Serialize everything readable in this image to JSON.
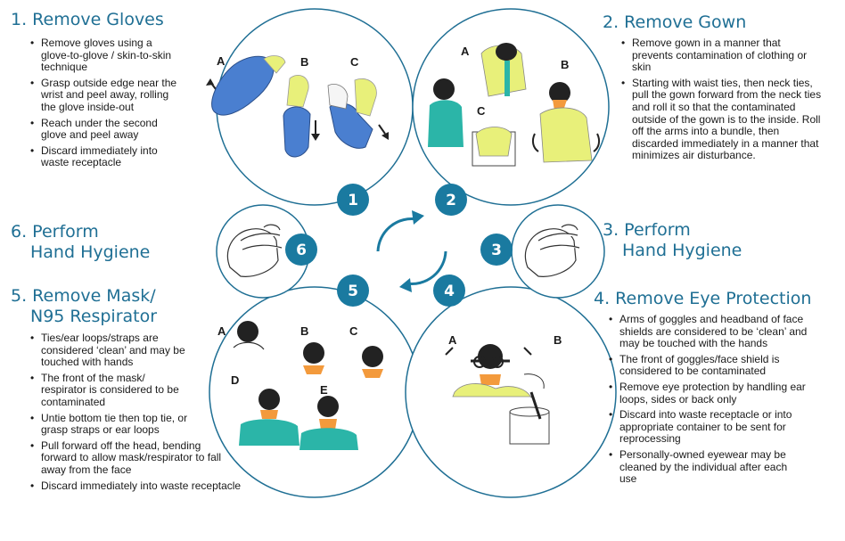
{
  "steps": [
    {
      "number": "1",
      "title": "1. Remove Gloves",
      "bullets": [
        "Remove gloves using a glove-to-glove / skin-to-skin technique",
        "Grasp outside edge near the wrist and peel away, rolling the glove inside-out",
        "Reach under the second glove and peel away",
        "Discard immediately into waste receptacle"
      ],
      "figure_labels": [
        "A",
        "B",
        "C"
      ]
    },
    {
      "number": "2",
      "title": "2. Remove Gown",
      "bullets": [
        "Remove gown in a manner that prevents contamination of clothing or skin",
        "Starting with waist ties, then neck ties, pull the gown forward from the neck ties and roll it so that the contaminated outside of the gown is to the inside. Roll off the arms into a bundle, then discarded immediately in a manner that minimizes air disturbance."
      ],
      "figure_labels": [
        "A",
        "B",
        "C"
      ]
    },
    {
      "number": "3",
      "title_line1": "3. Perform",
      "title_line2": "Hand Hygiene"
    },
    {
      "number": "4",
      "title": "4. Remove Eye Protection",
      "bullets": [
        "Arms of goggles and headband of face shields are considered to be ‘clean’ and may be touched with the hands",
        "The front of goggles/face shield is considered to be contaminated",
        "Remove eye protection by handling ear loops, sides or back only",
        "Discard into waste receptacle or into appropriate container to be sent for reprocessing",
        "Personally-owned eyewear may be cleaned by the individual after each use"
      ],
      "figure_labels": [
        "A",
        "B"
      ]
    },
    {
      "number": "5",
      "title_line1": "5. Remove Mask/",
      "title_line2": "N95 Respirator",
      "bullets": [
        "Ties/ear loops/straps are considered ‘clean’ and may be touched with hands",
        "The front of the mask/ respirator is considered to be contaminated",
        "Untie bottom tie then top tie, or grasp straps or ear loops",
        "Pull forward off the head, bending forward to allow mask/respirator to fall away from the face",
        "Discard immediately into waste receptacle"
      ],
      "figure_labels": [
        "A",
        "B",
        "C",
        "D",
        "E"
      ]
    },
    {
      "number": "6",
      "title_line1": "6. Perform",
      "title_line2": "Hand Hygiene"
    }
  ],
  "colors": {
    "accent": "#1f6f94",
    "badge": "#1a7aa0",
    "gown": "#e8f07a",
    "scrubs": "#2bb5a8",
    "glove": "#4a7fd0",
    "mask": "#f39a3c"
  },
  "icons": [
    "cycle-arrows-icon",
    "hands-icon",
    "gloves-icon",
    "gown-icon",
    "goggles-icon",
    "mask-icon",
    "waste-bin-icon"
  ]
}
